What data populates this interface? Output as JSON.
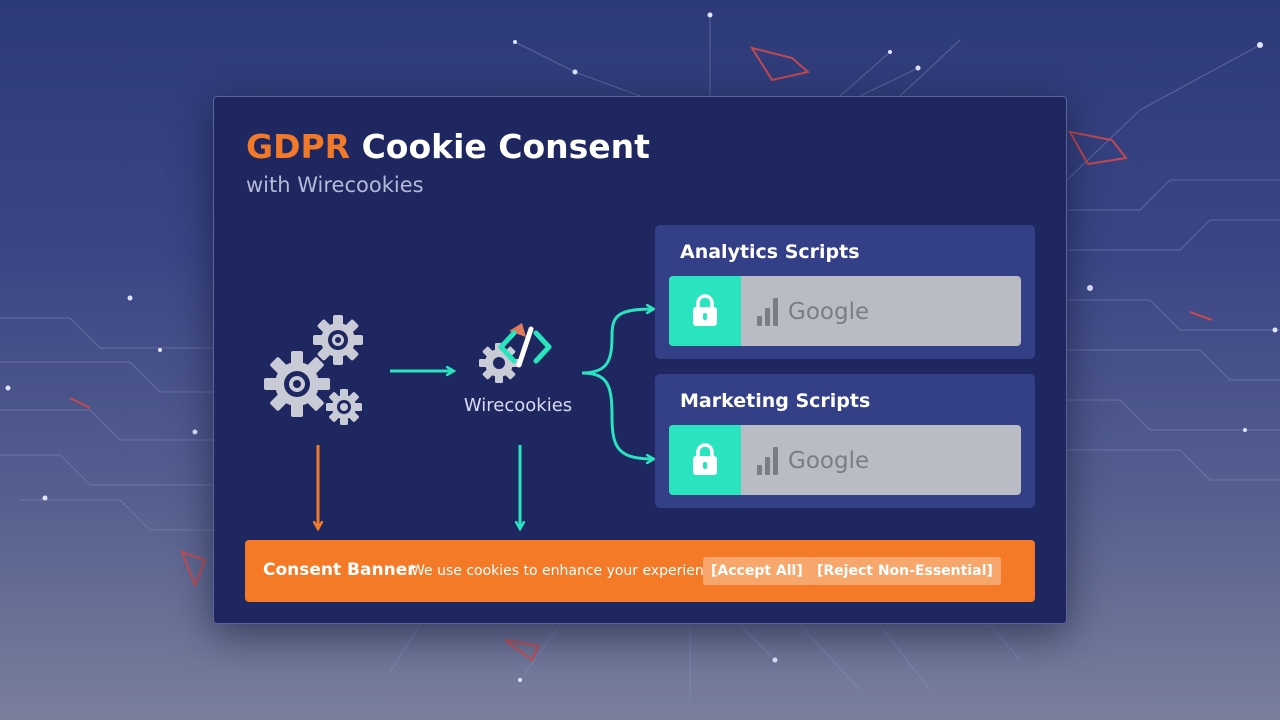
{
  "header": {
    "title_accent": "GDPR",
    "title_rest": " Cookie Consent",
    "subtitle": "with Wirecookies"
  },
  "flow": {
    "source_icon": "gears-icon",
    "hub_icon": "code-cookie-icon",
    "hub_label": "Wirecookies"
  },
  "panels": [
    {
      "title": "Analytics Scripts",
      "lock_icon": "lock-icon",
      "vendor_icon": "analytics-bars-icon",
      "vendor": "Google"
    },
    {
      "title": "Marketing Scripts",
      "lock_icon": "lock-icon",
      "vendor_icon": "analytics-bars-icon",
      "vendor": "Google"
    }
  ],
  "banner": {
    "title": "Consent Banner",
    "text": "We use cookies to enhance your experience.",
    "accept_label": "[Accept All]",
    "reject_label": "[Reject Non-Essential]"
  },
  "colors": {
    "accent_orange": "#f07a2a",
    "accent_teal": "#2ae3bf",
    "card_bg": "#1f2760",
    "panel_bg": "#333f86",
    "banner_bg": "#f47a27"
  }
}
